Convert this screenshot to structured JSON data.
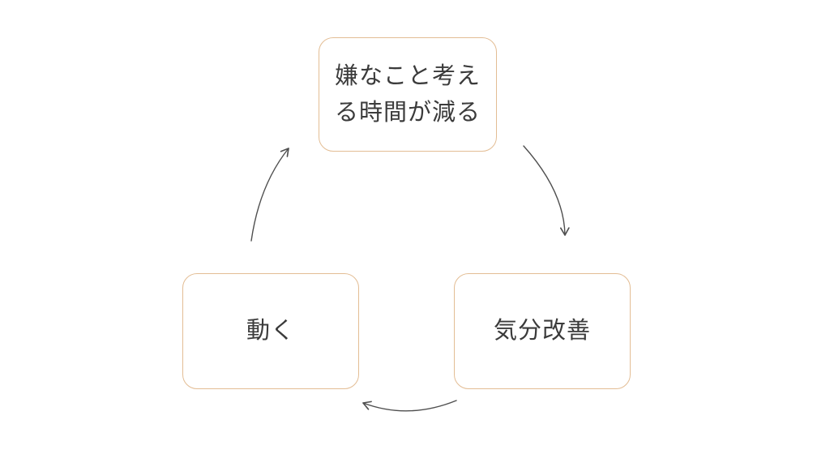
{
  "diagram": {
    "type": "cycle",
    "nodes": [
      {
        "id": "top",
        "label": "嫌なこと考え\nる時間が減る"
      },
      {
        "id": "left",
        "label": "動く"
      },
      {
        "id": "right",
        "label": "気分改善"
      }
    ],
    "edges": [
      {
        "from": "top",
        "to": "right"
      },
      {
        "from": "right",
        "to": "left"
      },
      {
        "from": "left",
        "to": "top"
      }
    ],
    "colors": {
      "box_border": "#e3bd94",
      "text": "#3b3b3b",
      "arrow": "#4f4f4f",
      "background": "#ffffff"
    }
  }
}
